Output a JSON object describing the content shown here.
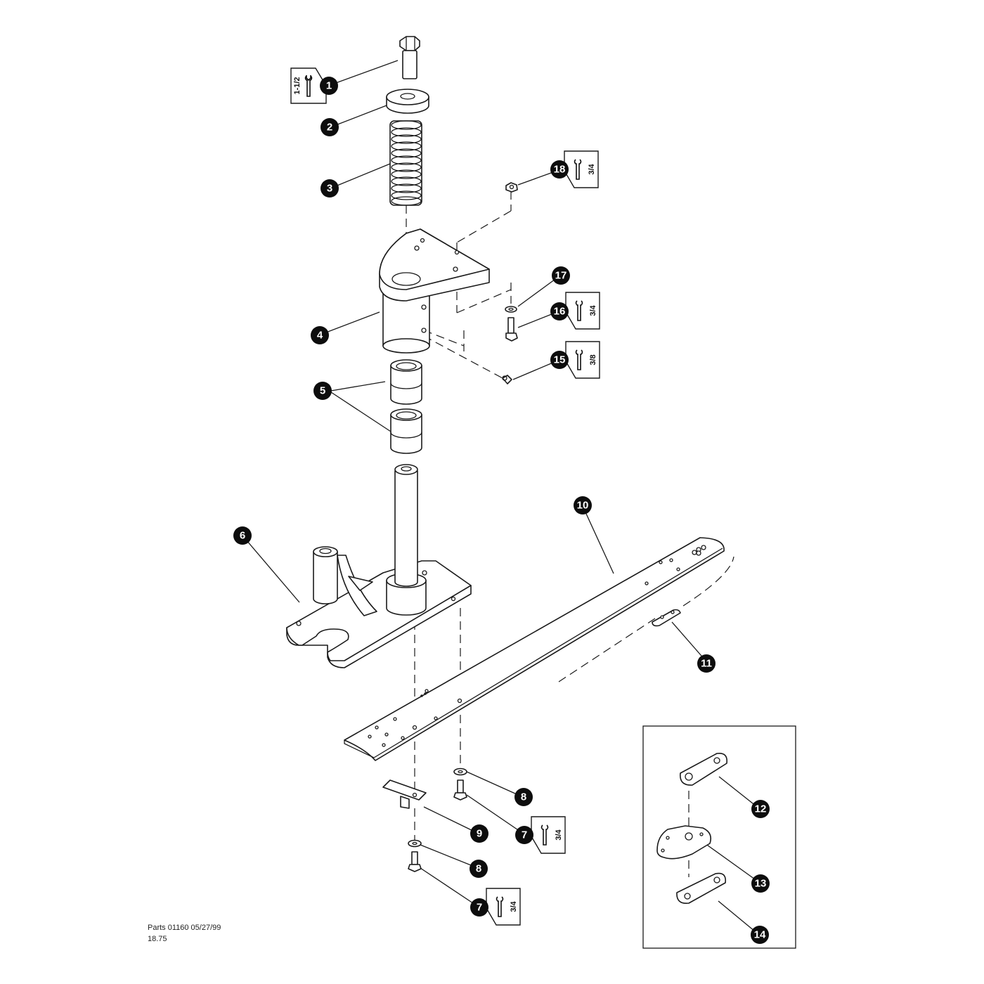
{
  "callouts": [
    "1",
    "2",
    "3",
    "4",
    "5",
    "6",
    "7",
    "8",
    "9",
    "10",
    "11",
    "12",
    "13",
    "14",
    "15",
    "16",
    "17",
    "18"
  ],
  "wrench_sizes": {
    "part_1": "1-1/2",
    "part_18": "3/4",
    "part_16": "3/4",
    "part_15": "3/8",
    "part_7_upper": "3/4",
    "part_7_lower": "3/4"
  },
  "footer": {
    "line1": "Parts 01160  05/27/99",
    "line2": "18.75"
  },
  "icons": [
    "wrench-icon"
  ]
}
